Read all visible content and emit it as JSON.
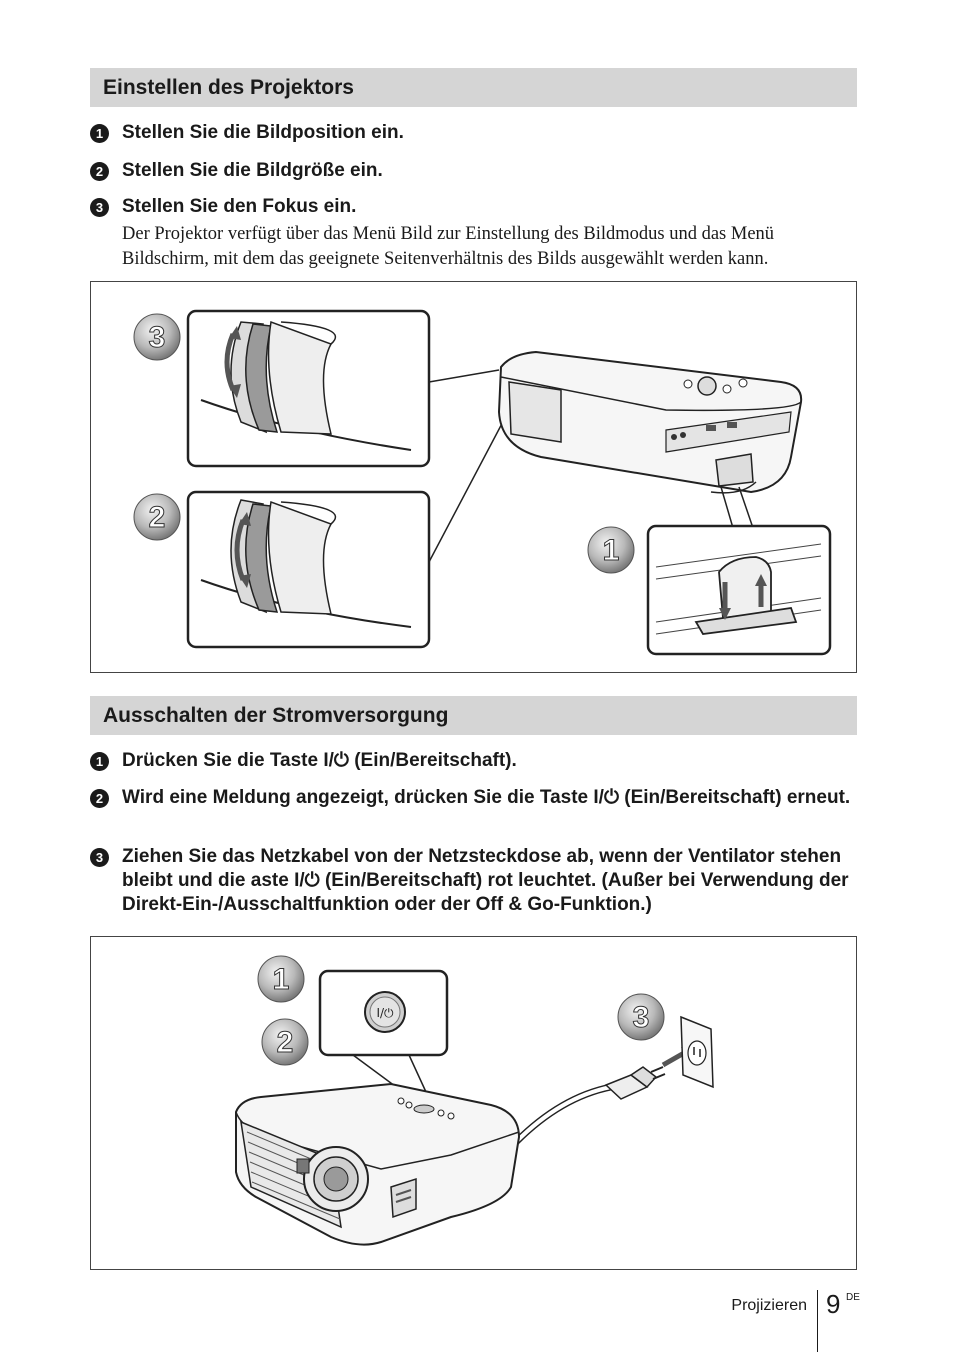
{
  "section1": {
    "title": "Einstellen des Projektors",
    "steps": [
      {
        "num": "1",
        "text": "Stellen Sie die Bildposition ein."
      },
      {
        "num": "2",
        "text": "Stellen Sie die Bildgröße ein."
      },
      {
        "num": "3",
        "text": "Stellen Sie den Fokus ein."
      }
    ],
    "body": "Der Projektor verfügt über das Menü Bild zur Einstellung des Bildmodus und das Menü Bildschirm, mit dem das geeignete Seitenverhältnis des Bilds ausgewählt werden kann.",
    "figure_badges": [
      "3",
      "2",
      "1"
    ]
  },
  "section2": {
    "title": "Ausschalten der Stromversorgung",
    "steps": [
      {
        "num": "1",
        "text": "Drücken Sie die Taste I/⏻ (Ein/Bereitschaft)."
      },
      {
        "num": "2",
        "text": "Wird eine Meldung angezeigt, drücken Sie die Taste I/⏻ (Ein/Bereitschaft) erneut."
      },
      {
        "num": "3",
        "text": "Ziehen Sie das Netzkabel von der Netzsteckdose ab, wenn der Ventilator stehen bleibt und die aste I/⏻ (Ein/Bereitschaft) rot leuchtet. (Außer bei Verwendung der Direkt-Ein-/Ausschaltfunktion oder der Off & Go-Funktion.)"
      }
    ],
    "figure_badges": [
      "1",
      "2",
      "3"
    ],
    "power_button_label": "I/⏻"
  },
  "footer": {
    "section": "Projizieren",
    "page": "9",
    "lang": "DE"
  }
}
